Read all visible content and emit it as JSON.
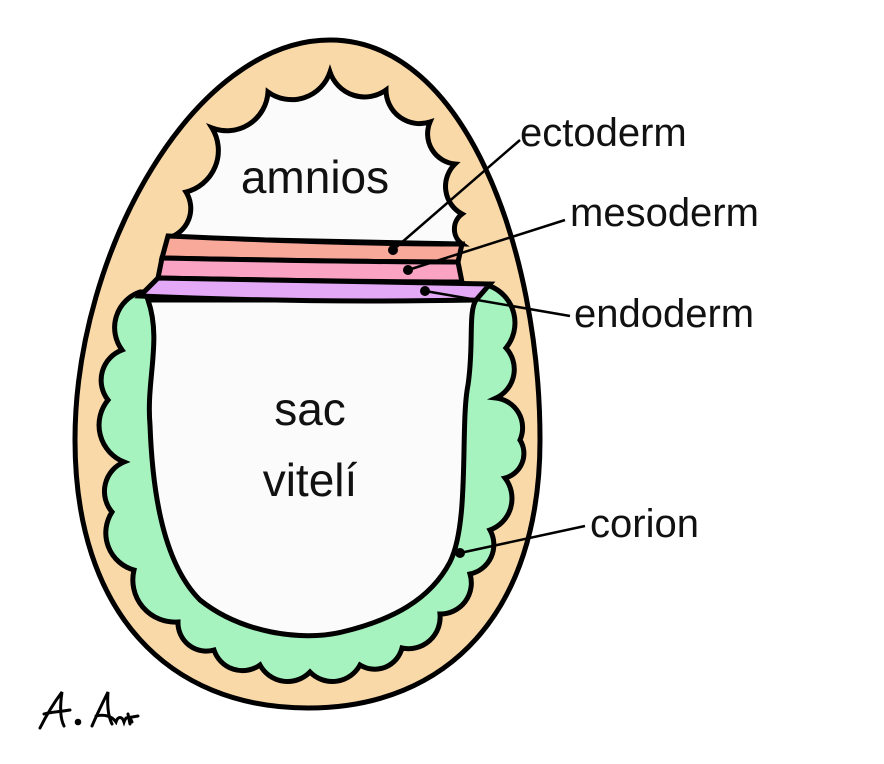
{
  "title_labels": {
    "amnios": "amnios",
    "sac_line1": "sac",
    "sac_line2": "vitelí",
    "ectoderm": "ectoderm",
    "mesoderm": "mesoderm",
    "endoderm": "endoderm",
    "corion": "corion"
  },
  "signature": "A. Amit",
  "colors": {
    "shell": "#FAD9A8",
    "corion": "#A6F3C0",
    "ectoderm": "#F9A99A",
    "mesoderm": "#FAA3C2",
    "endoderm": "#E4A9F6",
    "cavity": "#FBFBFB",
    "stroke": "#000000"
  }
}
